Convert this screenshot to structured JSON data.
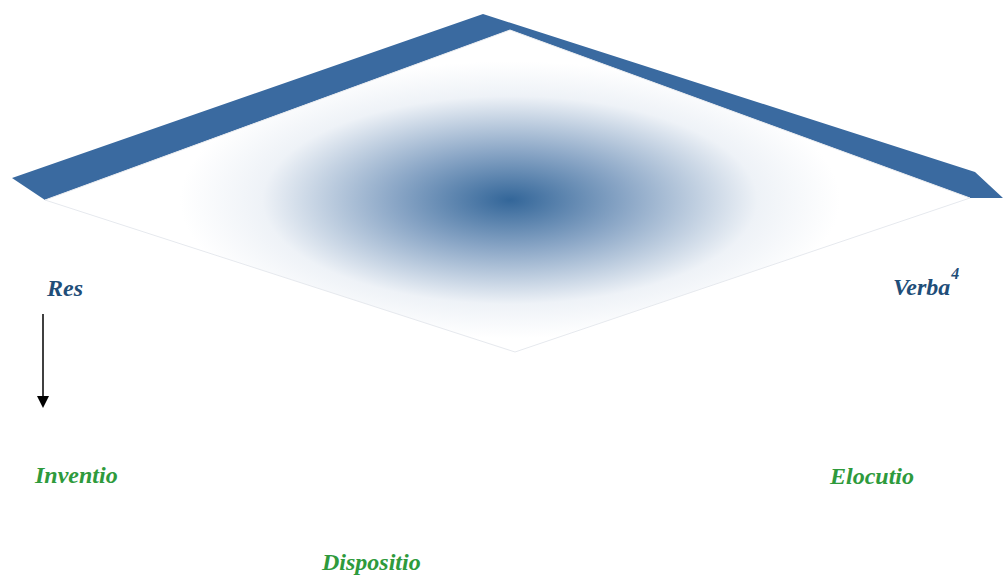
{
  "diagram": {
    "labels": [
      "Res",
      "Verba",
      "4",
      "Inventio",
      "Elocutio",
      "Dispositio"
    ]
  }
}
